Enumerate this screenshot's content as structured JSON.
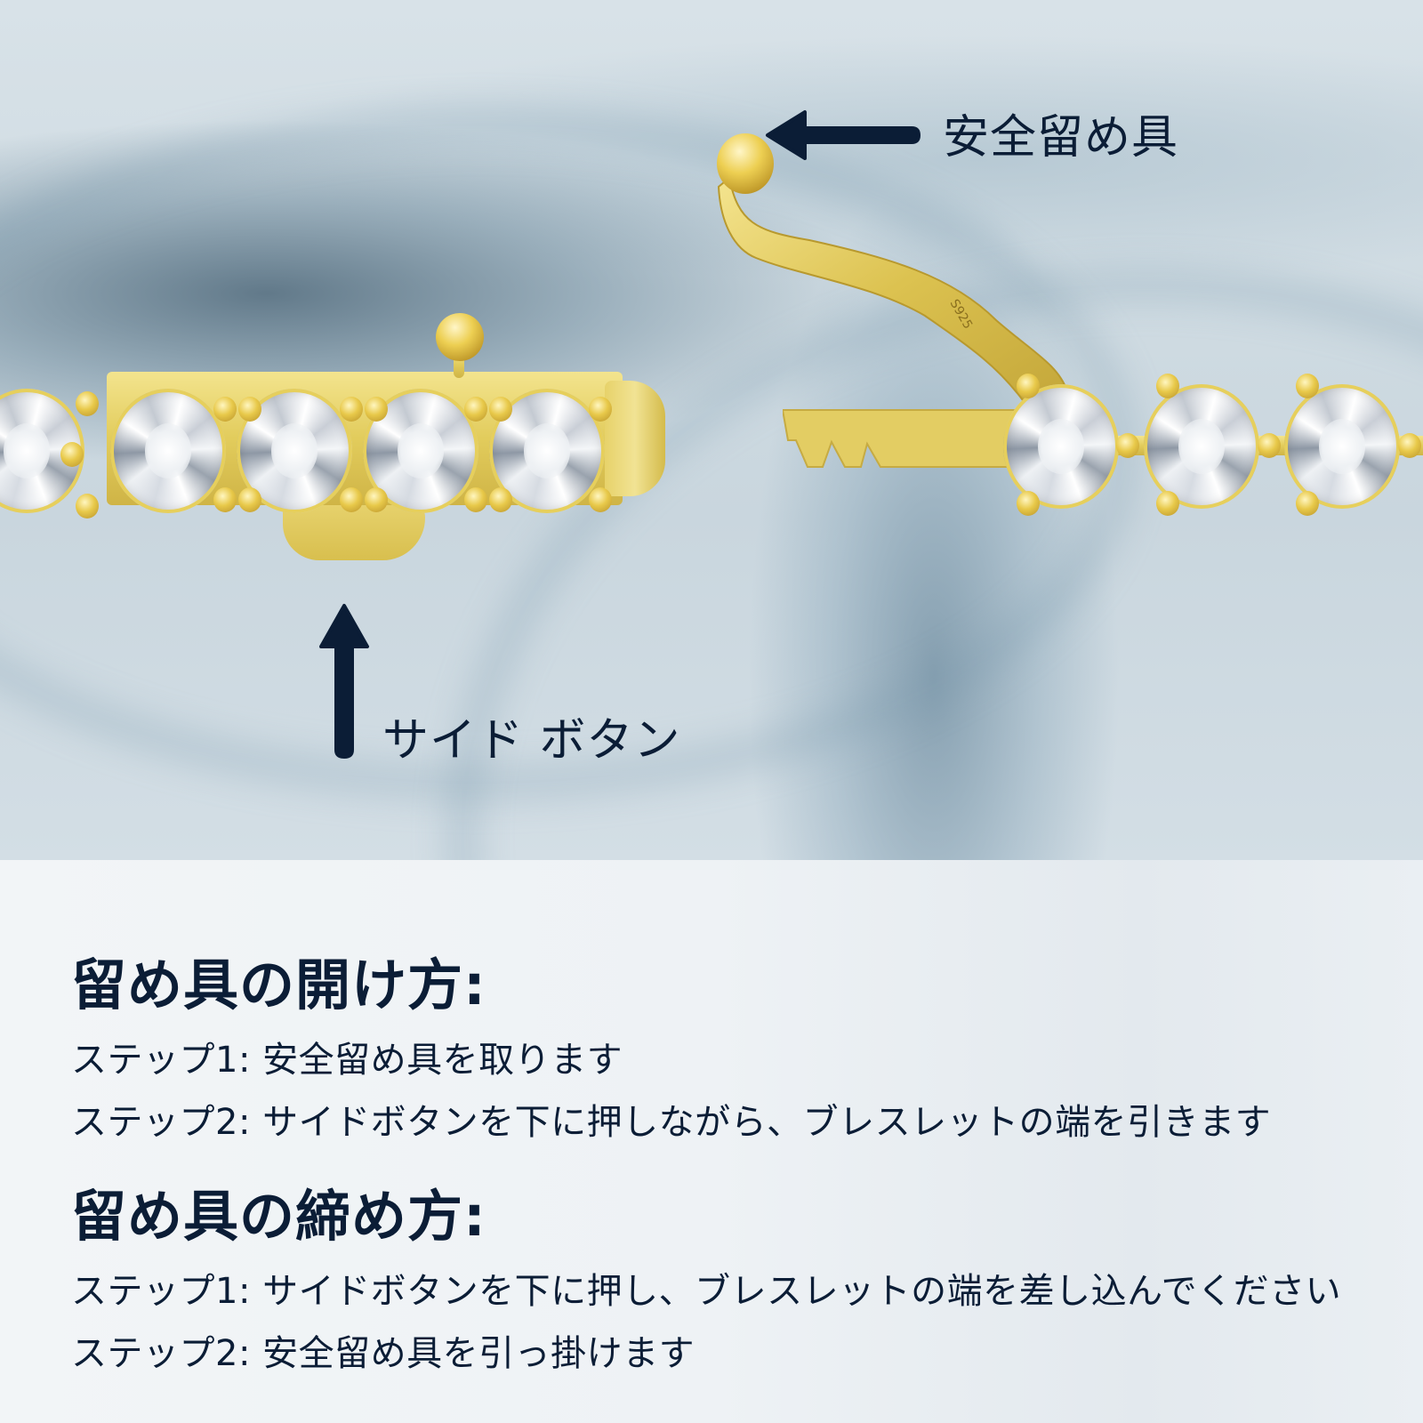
{
  "photo": {
    "callouts": {
      "safety_clasp": {
        "label": "安全留め具",
        "arrow": "left-arrow"
      },
      "side_button": {
        "label": "サイド ボタン",
        "arrow": "up-arrow"
      }
    },
    "engraving": "S925",
    "colors": {
      "annotation": "#0b1d36",
      "gold": "#e2cc5c",
      "background": "#cfdbe2"
    }
  },
  "instructions": {
    "open": {
      "title": "留め具の開け方:",
      "steps": [
        "ステップ1: 安全留め具を取ります",
        "ステップ2: サイドボタンを下に押しながら、ブレスレットの端を引きます"
      ]
    },
    "close": {
      "title": "留め具の締め方:",
      "steps": [
        "ステップ1: サイドボタンを下に押し、ブレスレットの端を差し込んでください",
        "ステップ2: 安全留め具を引っ掛けます"
      ]
    }
  }
}
